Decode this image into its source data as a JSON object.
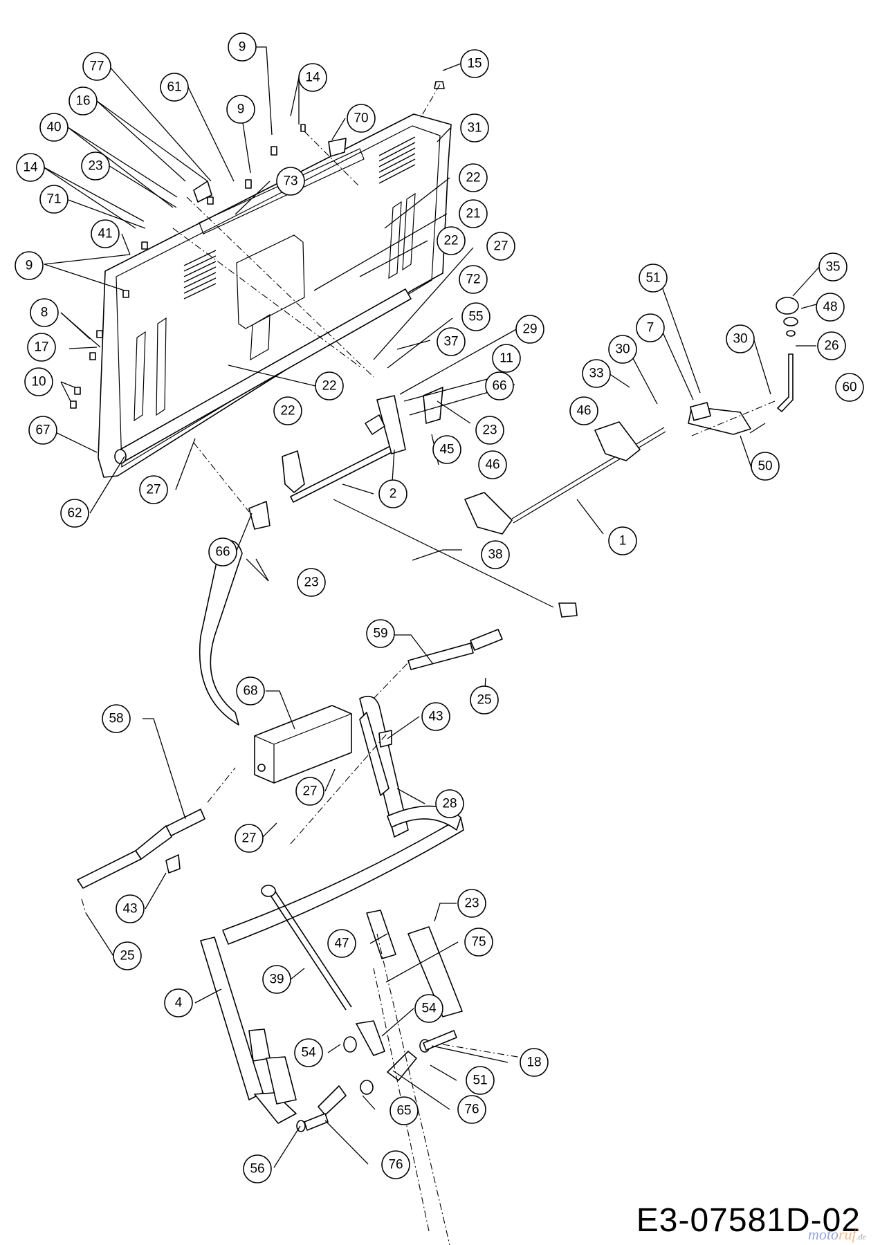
{
  "drawing_code": "E3-07581D-02",
  "watermark": {
    "part1": "moto",
    "part2": "ruf",
    "suffix": ".de"
  },
  "callouts": [
    {
      "id": "c1",
      "label": "9"
    },
    {
      "id": "c2",
      "label": "77"
    },
    {
      "id": "c3",
      "label": "14"
    },
    {
      "id": "c4",
      "label": "15"
    },
    {
      "id": "c5",
      "label": "61"
    },
    {
      "id": "c6",
      "label": "16"
    },
    {
      "id": "c7",
      "label": "9"
    },
    {
      "id": "c8",
      "label": "70"
    },
    {
      "id": "c9",
      "label": "31"
    },
    {
      "id": "c10",
      "label": "40"
    },
    {
      "id": "c11",
      "label": "23"
    },
    {
      "id": "c12",
      "label": "73"
    },
    {
      "id": "c13",
      "label": "22"
    },
    {
      "id": "c14",
      "label": "14"
    },
    {
      "id": "c15",
      "label": "71"
    },
    {
      "id": "c16",
      "label": "21"
    },
    {
      "id": "c17",
      "label": "22"
    },
    {
      "id": "c18",
      "label": "41"
    },
    {
      "id": "c19",
      "label": "27"
    },
    {
      "id": "c20",
      "label": "9"
    },
    {
      "id": "c21",
      "label": "72"
    },
    {
      "id": "c22",
      "label": "51"
    },
    {
      "id": "c23",
      "label": "35"
    },
    {
      "id": "c24",
      "label": "55"
    },
    {
      "id": "c25",
      "label": "7"
    },
    {
      "id": "c26",
      "label": "48"
    },
    {
      "id": "c27",
      "label": "8"
    },
    {
      "id": "c28",
      "label": "37"
    },
    {
      "id": "c29",
      "label": "29"
    },
    {
      "id": "c30",
      "label": "30"
    },
    {
      "id": "c31",
      "label": "30"
    },
    {
      "id": "c32",
      "label": "26"
    },
    {
      "id": "c33",
      "label": "17"
    },
    {
      "id": "c34",
      "label": "11"
    },
    {
      "id": "c35",
      "label": "22"
    },
    {
      "id": "c36",
      "label": "33"
    },
    {
      "id": "c37",
      "label": "10"
    },
    {
      "id": "c38",
      "label": "66"
    },
    {
      "id": "c39",
      "label": "60"
    },
    {
      "id": "c40",
      "label": "22"
    },
    {
      "id": "c41",
      "label": "46"
    },
    {
      "id": "c42",
      "label": "67"
    },
    {
      "id": "c43",
      "label": "23"
    },
    {
      "id": "c44",
      "label": "45"
    },
    {
      "id": "c45",
      "label": "50"
    },
    {
      "id": "c46",
      "label": "46"
    },
    {
      "id": "c47",
      "label": "27"
    },
    {
      "id": "c48",
      "label": "2"
    },
    {
      "id": "c49",
      "label": "62"
    },
    {
      "id": "c50",
      "label": "1"
    },
    {
      "id": "c51",
      "label": "66"
    },
    {
      "id": "c52",
      "label": "38"
    },
    {
      "id": "c53",
      "label": "23"
    },
    {
      "id": "c54",
      "label": "59"
    },
    {
      "id": "c55",
      "label": "25"
    },
    {
      "id": "c56",
      "label": "68"
    },
    {
      "id": "c57",
      "label": "58"
    },
    {
      "id": "c58",
      "label": "43"
    },
    {
      "id": "c59",
      "label": "27"
    },
    {
      "id": "c60",
      "label": "28"
    },
    {
      "id": "c61",
      "label": "27"
    },
    {
      "id": "c62",
      "label": "43"
    },
    {
      "id": "c63",
      "label": "23"
    },
    {
      "id": "c64",
      "label": "47"
    },
    {
      "id": "c65",
      "label": "75"
    },
    {
      "id": "c66",
      "label": "25"
    },
    {
      "id": "c67",
      "label": "39"
    },
    {
      "id": "c68",
      "label": "4"
    },
    {
      "id": "c69",
      "label": "54"
    },
    {
      "id": "c70",
      "label": "54"
    },
    {
      "id": "c71",
      "label": "18"
    },
    {
      "id": "c72",
      "label": "51"
    },
    {
      "id": "c73",
      "label": "65"
    },
    {
      "id": "c74",
      "label": "76"
    },
    {
      "id": "c75",
      "label": "56"
    },
    {
      "id": "c76",
      "label": "76"
    }
  ]
}
